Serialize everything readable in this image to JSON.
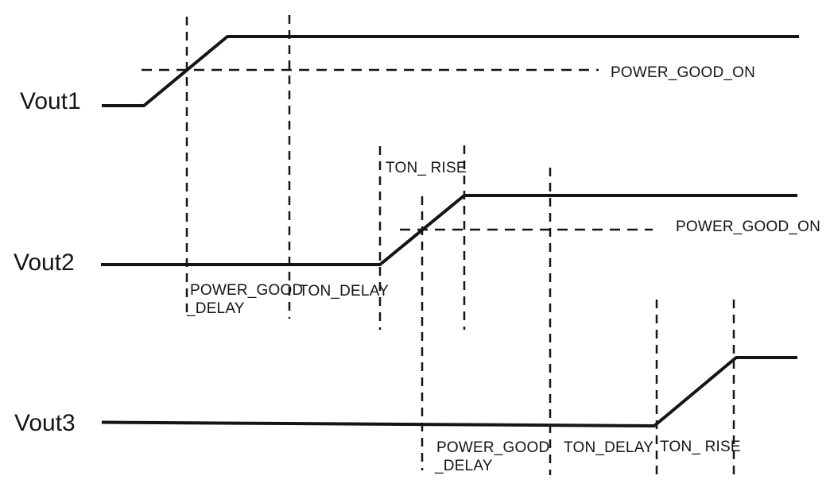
{
  "diagram": {
    "kind": "power-sequencing-timing-diagram",
    "colors": {
      "background": "#ffffff",
      "line": "#151515",
      "text": "#151515"
    }
  },
  "signals": [
    {
      "name": "Vout1"
    },
    {
      "name": "Vout2"
    },
    {
      "name": "Vout3"
    }
  ],
  "annotations": {
    "vout1": {
      "power_good_on": "POWER_GOOD_ON"
    },
    "vout2": {
      "power_good_on": "POWER_GOOD_ON",
      "ton_rise": "TON_ RISE",
      "power_good_delay_line1": "POWER_GOOD",
      "power_good_delay_line2": "_DELAY",
      "ton_delay": "TON_DELAY"
    },
    "vout3": {
      "ton_rise": "TON_ RISE",
      "power_good_delay_line1": "POWER_GOOD",
      "power_good_delay_line2": "_DELAY",
      "ton_delay": "TON_DELAY"
    }
  }
}
